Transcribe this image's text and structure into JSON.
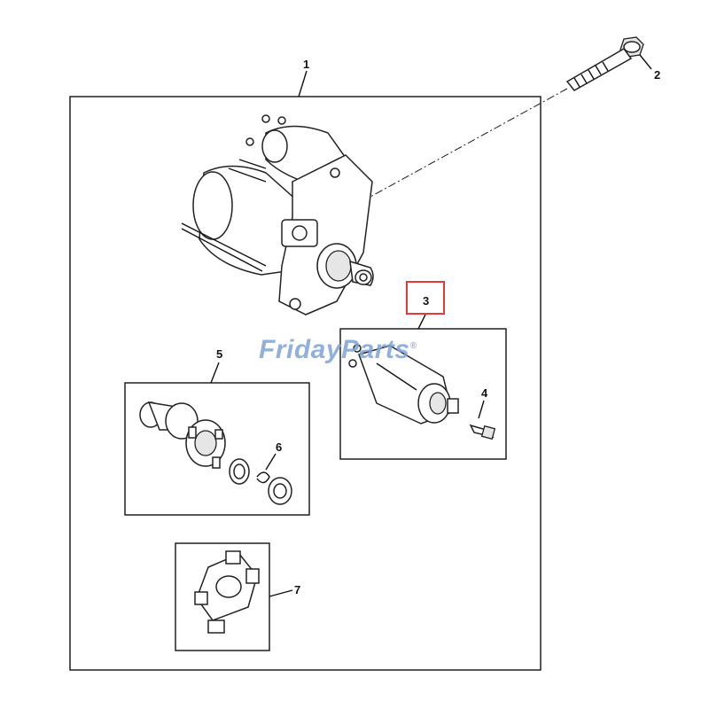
{
  "watermark": {
    "text": "FridayParts",
    "mark": "®",
    "color": "#7ea4d6"
  },
  "highlight_color": "#e53a3a",
  "callouts": {
    "c1": "1",
    "c2": "2",
    "c3": "3",
    "c4": "4",
    "c5": "5",
    "c6": "6",
    "c7": "7"
  },
  "selected_callout": "3"
}
